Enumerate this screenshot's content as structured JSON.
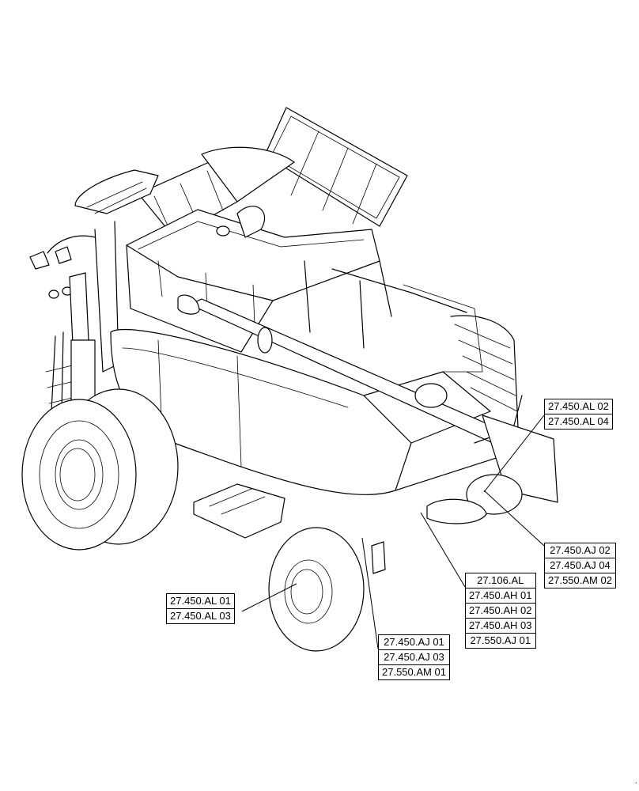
{
  "callouts": {
    "group_a": [
      "27.450.AL 02",
      "27.450.AL 04"
    ],
    "group_b": [
      "27.450.AJ 02",
      "27.450.AJ 04",
      "27.550.AM 02"
    ],
    "group_c": [
      "27.106.AL",
      "27.450.AH 01",
      "27.450.AH 02",
      "27.450.AH 03",
      "27.550.AJ 01"
    ],
    "group_d": [
      "27.450.AL 01",
      "27.450.AL 03"
    ],
    "group_e": [
      "27.450.AJ 01",
      "27.450.AJ 03",
      "27.550.AM 01"
    ]
  },
  "corner_mark": "`"
}
